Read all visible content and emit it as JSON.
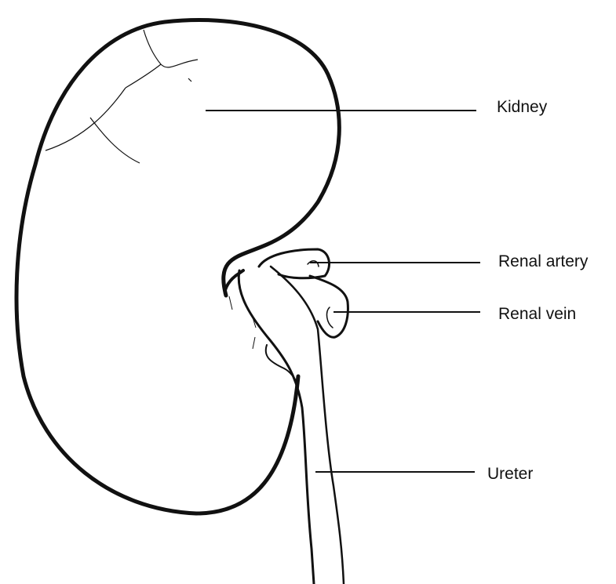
{
  "labels": {
    "kidney": "Kidney",
    "renal_artery": "Renal artery",
    "renal_vein": "Renal vein",
    "ureter": "Ureter"
  },
  "colors": {
    "stroke": "#111111",
    "background": "#ffffff"
  }
}
